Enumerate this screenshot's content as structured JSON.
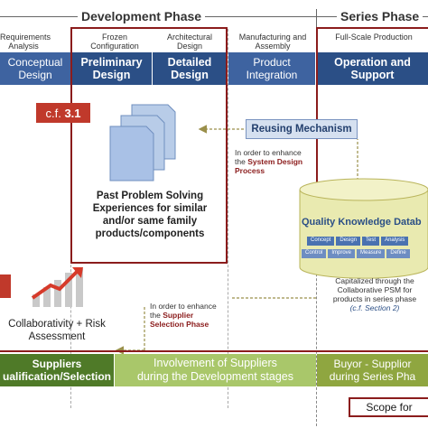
{
  "phases": {
    "development": "Development Phase",
    "series": "Series Phase"
  },
  "stages": [
    {
      "sub": "Requirements Analysis",
      "main": "Conceptual Design"
    },
    {
      "sub": "Frozen Configuration",
      "main": "Preliminary Design"
    },
    {
      "sub": "Architectural Design",
      "main": "Detailed Design"
    },
    {
      "sub": "Manufacturing and Assembly",
      "main": "Product Integration"
    },
    {
      "sub": "Full-Scale Production",
      "main": "Operation and Support"
    }
  ],
  "cf_top": {
    "prefix": "c.f.",
    "num": "3.1"
  },
  "past_problem": "Past Problem Solving Experiences for similar and/or same family products/components",
  "reusing": {
    "title": "Reusing Mechanism",
    "note_line1": "In order to enhance",
    "note_line2_prefix": "the ",
    "note_line2_red": "System Design",
    "note_line3_red": "Process"
  },
  "database": {
    "title": "Quality Knowledge Datab",
    "chips_row1": [
      "Concept",
      "Design",
      "Test",
      "Analysis"
    ],
    "chips_row2": [
      "Control",
      "Improve",
      "Measure",
      "Define"
    ],
    "caption_line1": "Capitalized through the",
    "caption_line2": "Collaborative PSM for",
    "caption_line3": "products in series phase",
    "caption_ref": "(c.f. Section 2)"
  },
  "supplier_note": {
    "line1": "In order to enhance",
    "line2_prefix": "the ",
    "line2_red": "Supplier",
    "line3_red": "Selection Phase"
  },
  "collab": {
    "line1": "Collaborativity + Risk",
    "line2": "Assessment"
  },
  "bottom": {
    "suppliers_line1": "Suppliers",
    "suppliers_line2": "ualification/Selection",
    "involvement_line1": "Involvement of Suppliers",
    "involvement_line2": "during the Development stages",
    "buyor_line1": "Buyor - Supplior",
    "buyor_line2": "during Series Pha"
  },
  "scope": "Scope for",
  "colors": {
    "dark_blue": "#2b4f86",
    "dark_red": "#8b1c1c",
    "dark_green": "#4f7a28",
    "light_green": "#a9c76a",
    "olive": "#8fa640"
  }
}
